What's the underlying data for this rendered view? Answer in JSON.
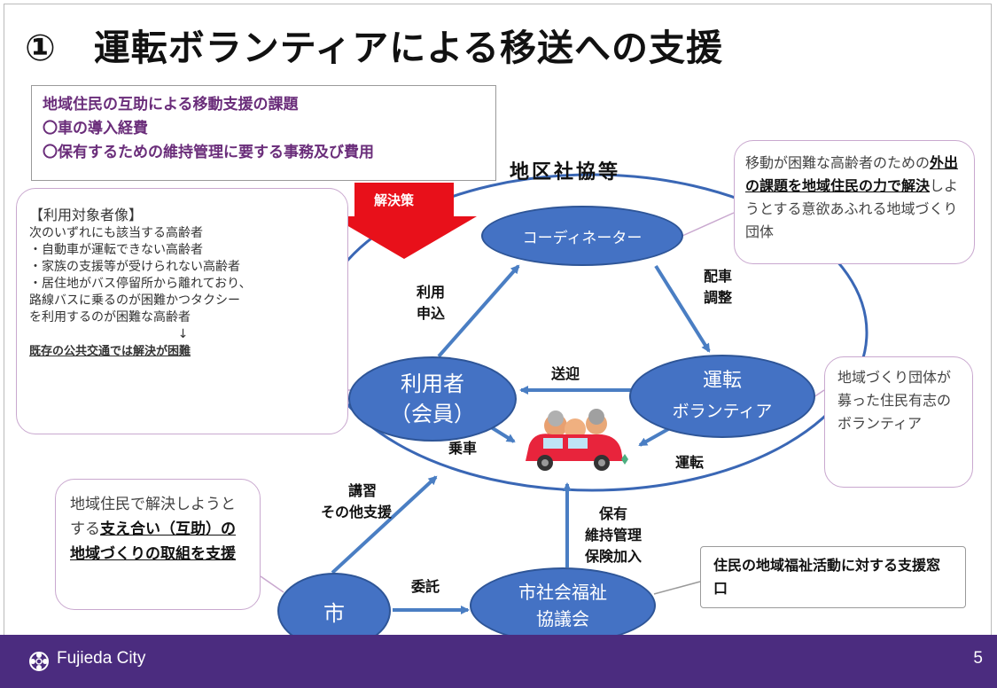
{
  "title": "①　運転ボランティアによる移送への支援",
  "problem": {
    "line1": "地域住民の互助による移動支援の課題",
    "line2": "〇車の導入経費",
    "line3": "〇保有するための維持管理に要する事務及び費用"
  },
  "solution_label": "解決策",
  "district_label": "地区社協等",
  "target": {
    "head": "【利用対象者像】",
    "lines": [
      "次のいずれにも該当する高齢者",
      "・自動車が運転できない高齢者",
      "・家族の支援等が受けられない高齢者",
      "・居住地がバス停留所から離れており、",
      "路線バスに乗るのが困難かつタクシー",
      "を利用するのが困難な高齢者"
    ],
    "arrow": "↓",
    "conclusion": "既存の公共交通では解決が困難"
  },
  "coordinator_note": {
    "pre": "移動が困難な高齢者のための",
    "bold": "外出の課題を地域住民の力で解決",
    "post": "しようとする意欲あふれる地域づくり団体"
  },
  "volunteer_note": "地域づくり団体が募った住民有志のボランティア",
  "local_note": {
    "pre": "地域住民で解決しようとする",
    "bold": "支え合い（互助）の地域づくりの取組を支援"
  },
  "window_note": "住民の地域福祉活動に対する支援窓口",
  "nodes": {
    "coordinator": "コーディネーター",
    "user_line1": "利用者",
    "user_line2": "（会員）",
    "volunteer_line1": "運転",
    "volunteer_line2": "ボランティア",
    "city": "市",
    "council_line1": "市社会福祉",
    "council_line2": "協議会"
  },
  "edges": {
    "apply_line1": "利用",
    "apply_line2": "申込",
    "dispatch_line1": "配車",
    "dispatch_line2": "調整",
    "transport": "送迎",
    "ride": "乗車",
    "drive": "運転",
    "train_line1": "講習",
    "train_line2": "その他支援",
    "own_line1": "保有",
    "own_line2": "維持管理",
    "own_line3": "保険加入",
    "entrust": "委託"
  },
  "footer": {
    "brand": "Fujieda City",
    "page": "5"
  },
  "colors": {
    "node_fill": "#4472c4",
    "footer_bg": "#4b2c7f",
    "solution_arrow": "#e8101a",
    "problem_text": "#6a2d7a"
  }
}
